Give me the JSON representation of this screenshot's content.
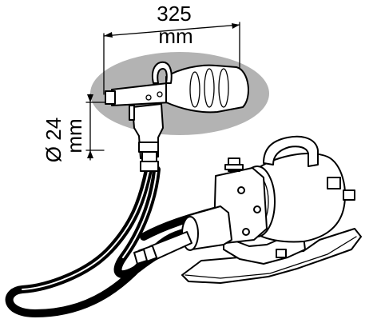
{
  "dimensions": {
    "length_value": "325",
    "length_unit": "mm",
    "diameter_value": "Ø 24",
    "diameter_unit": "mm"
  },
  "colors": {
    "highlight_ellipse": "#b3b3b3",
    "line": "#000000",
    "fill": "#ffffff"
  }
}
